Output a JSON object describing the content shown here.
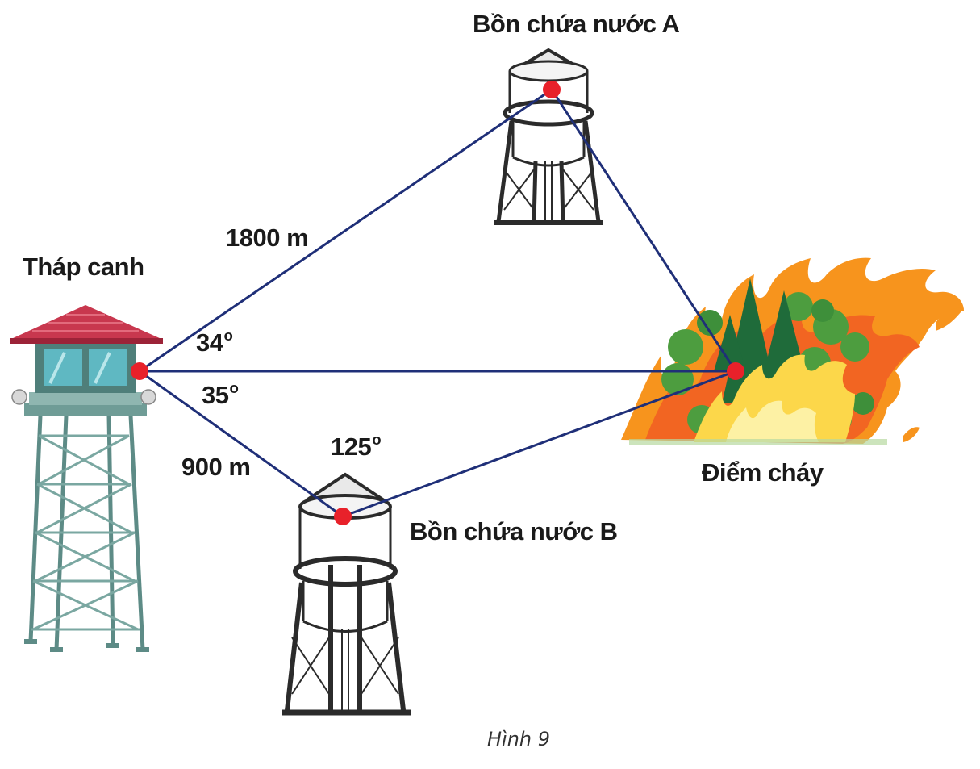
{
  "labels": {
    "watchtower": "Tháp canh",
    "tank_a": "Bồn chứa nước A",
    "tank_b": "Bồn chứa nước B",
    "fire_point": "Điểm cháy"
  },
  "measurements": {
    "dist_tower_a": "1800 m",
    "dist_tower_b": "900 m",
    "angle_a_tower_fire": "34",
    "angle_fire_tower_b": "35",
    "angle_tower_b_fire": "125",
    "degree_symbol": "o"
  },
  "caption": "Hình 9",
  "colors": {
    "line": "#1f2f78",
    "point": "#e8212a",
    "roof": "#c8374e",
    "tower_steel": "#5d8b86",
    "tower_glass": "#5fb8c2",
    "tank_outline": "#2b2b2b",
    "flame_outer": "#f7941d",
    "flame_inner": "#fcd74a",
    "tree_green": "#3e8f3a",
    "pine_green": "#1f6b3a"
  }
}
